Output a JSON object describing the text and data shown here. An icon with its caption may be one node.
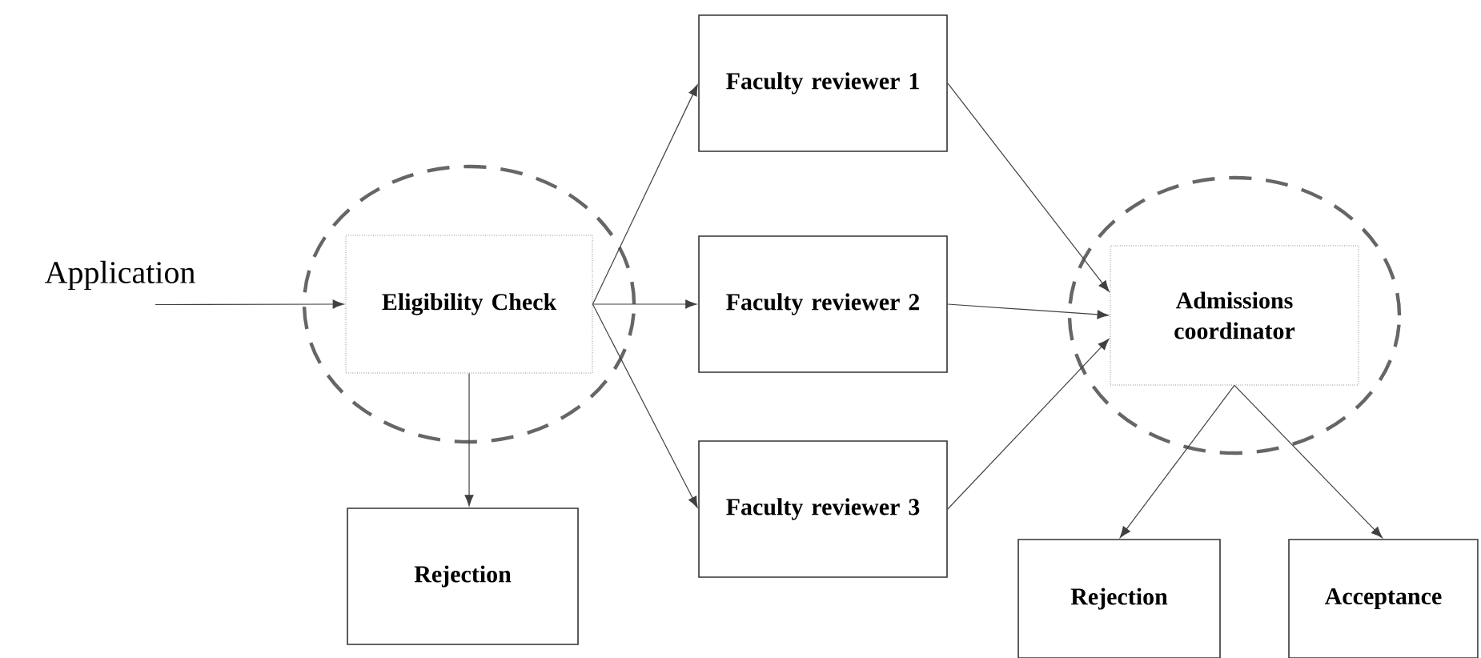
{
  "diagram": {
    "nodes": [
      {
        "text": [
          "Application"
        ]
      },
      {
        "text": [],
        "shape": "circle"
      },
      {
        "text": [
          "Eligibility Check"
        ],
        "in": 1
      },
      {
        "text": [
          "Rejection"
        ]
      },
      {
        "text": [
          "Faculty reviewer 1"
        ]
      },
      {
        "text": [
          "Faculty reviewer 2"
        ]
      },
      {
        "text": [
          "Faculty reviewer 3"
        ]
      },
      {
        "text": [],
        "shape": "circle"
      },
      {
        "text": [
          "Admissions coordinator"
        ],
        "in": 7
      },
      {
        "text": [
          "Rejection"
        ]
      },
      {
        "text": [
          "Acceptance"
        ]
      }
    ],
    "edges": [
      {
        "from": 0,
        "to": 2,
        "arrow": "to"
      },
      {
        "from": 2,
        "to": 3,
        "arrow": "to"
      },
      {
        "from": 2,
        "to": 4,
        "arrow": "to"
      },
      {
        "from": 2,
        "to": 5,
        "arrow": "to"
      },
      {
        "from": 2,
        "to": 6,
        "arrow": "to"
      },
      {
        "from": 4,
        "to": 8,
        "arrow": "to"
      },
      {
        "from": 5,
        "to": 8,
        "arrow": "to"
      },
      {
        "from": 6,
        "to": 8,
        "arrow": "to"
      },
      {
        "from": 8,
        "to": 9,
        "arrow": "to"
      },
      {
        "from": 8,
        "to": 10,
        "arrow": "to"
      }
    ]
  }
}
